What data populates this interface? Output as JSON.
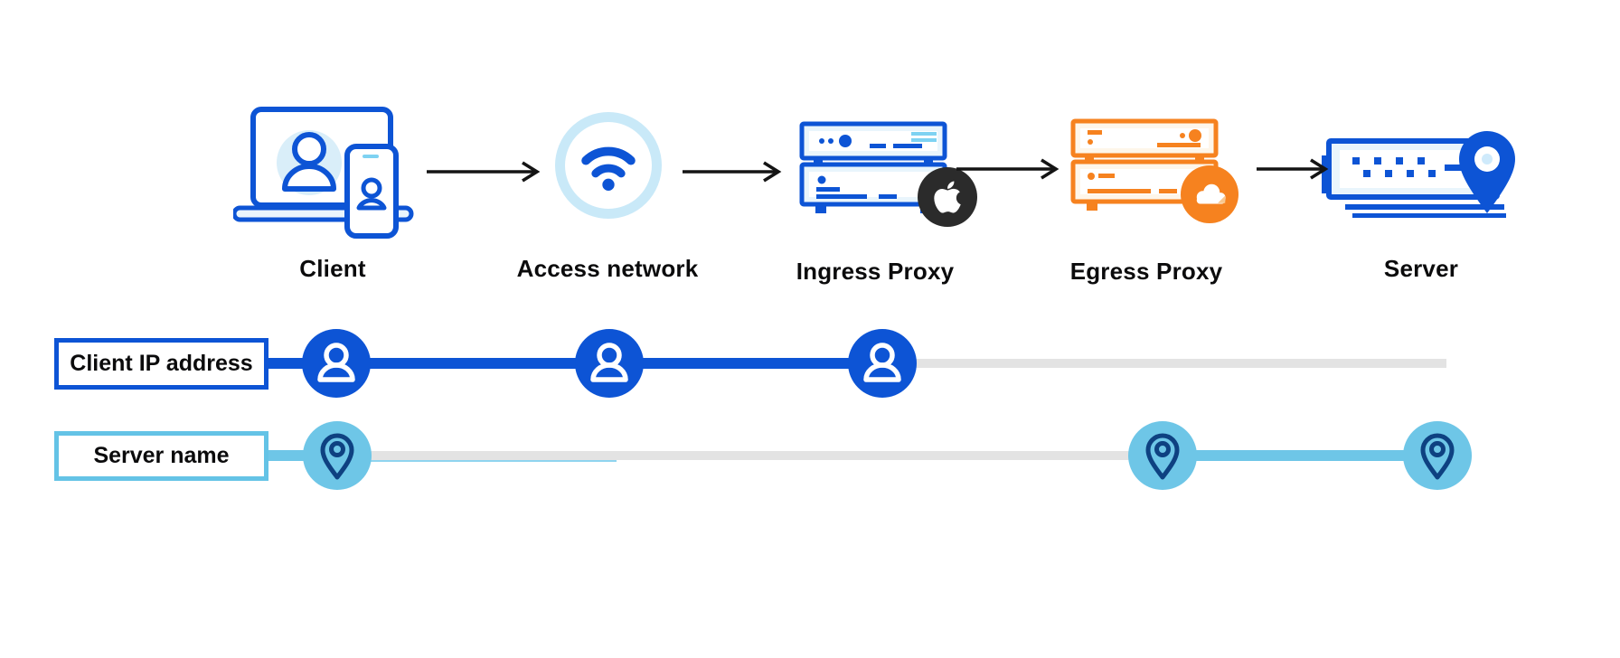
{
  "flow": {
    "nodes": [
      {
        "id": "client",
        "label": "Client",
        "icon": "client-devices-icon"
      },
      {
        "id": "access-network",
        "label": "Access network",
        "icon": "wifi-icon"
      },
      {
        "id": "ingress-proxy",
        "label": "Ingress Proxy",
        "icon": "server-rack-icon",
        "badge": "apple-logo-icon"
      },
      {
        "id": "egress-proxy",
        "label": "Egress Proxy",
        "icon": "server-rack-icon",
        "badge": "cloudflare-logo-icon"
      },
      {
        "id": "server",
        "label": "Server",
        "icon": "server-location-icon"
      }
    ],
    "arrows": 4
  },
  "tracks": [
    {
      "id": "client-ip-address",
      "label": "Client IP address",
      "marker_icon": "user-icon",
      "markers_at": [
        "client",
        "access-network",
        "ingress-proxy"
      ],
      "active_color": "#0d54d5",
      "inactive_color": "#e3e3e3"
    },
    {
      "id": "server-name",
      "label": "Server name",
      "marker_icon": "location-pin-icon",
      "markers_at": [
        "client",
        "egress-proxy",
        "server"
      ],
      "active_color": "#6ec6e7",
      "inactive_color": "#e3e3e3"
    }
  ],
  "colors": {
    "blue": "#0d54d5",
    "light_blue": "#6ec6e7",
    "pale_blue_ring": "#c9e9f8",
    "panel_blue": "#e9f5fc",
    "cyan_accent": "#7ed2f2",
    "navy_pin": "#0e4181",
    "inactive_gray": "#e3e3e3",
    "orange": "#f6821f",
    "cream": "#fef6ea",
    "apple_black": "#2b2b2b",
    "arrow_black": "#141414",
    "text": "#0b0b0c"
  }
}
